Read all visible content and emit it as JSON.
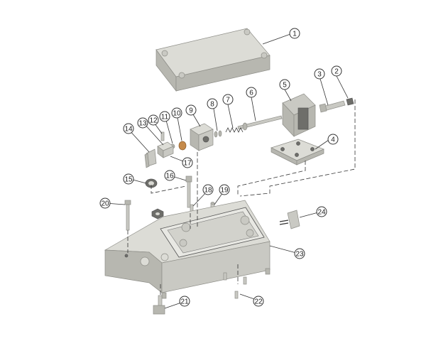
{
  "callouts": [
    {
      "id": "c1",
      "label": "1"
    },
    {
      "id": "c2",
      "label": "2"
    },
    {
      "id": "c3",
      "label": "3"
    },
    {
      "id": "c4",
      "label": "4"
    },
    {
      "id": "c5",
      "label": "5"
    },
    {
      "id": "c6",
      "label": "6"
    },
    {
      "id": "c7",
      "label": "7"
    },
    {
      "id": "c8",
      "label": "8"
    },
    {
      "id": "c9",
      "label": "9"
    },
    {
      "id": "c10",
      "label": "10"
    },
    {
      "id": "c11",
      "label": "11"
    },
    {
      "id": "c12",
      "label": "12"
    },
    {
      "id": "c13",
      "label": "13"
    },
    {
      "id": "c14",
      "label": "14"
    },
    {
      "id": "c15",
      "label": "15"
    },
    {
      "id": "c16",
      "label": "16"
    },
    {
      "id": "c17",
      "label": "17"
    },
    {
      "id": "c18",
      "label": "18"
    },
    {
      "id": "c19",
      "label": "19"
    },
    {
      "id": "c20",
      "label": "20"
    },
    {
      "id": "c21",
      "label": "21"
    },
    {
      "id": "c22",
      "label": "22"
    },
    {
      "id": "c23",
      "label": "23"
    },
    {
      "id": "c24",
      "label": "24"
    }
  ],
  "colors": {
    "metal": "#c9c9c3",
    "metal_top": "#dcdcd6",
    "metal_dark": "#6e6e6a",
    "copper": "#c58a4a",
    "line": "#333333"
  }
}
